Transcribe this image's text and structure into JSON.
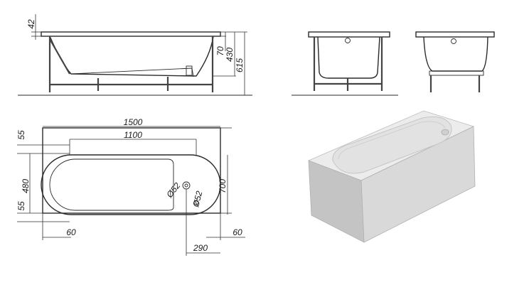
{
  "dimensions": {
    "side": {
      "rim": "42",
      "depth": "70",
      "inner": "430",
      "total": "615"
    },
    "plan": {
      "length": "1500",
      "inner_length": "1100",
      "width": "700",
      "inner_width": "480",
      "rim_top": "55",
      "rim_bottom": "55",
      "left_edge": "60",
      "right_edge": "60",
      "drain_offset": "290",
      "drain_dia": "Ø52",
      "overflow_dia": "Ø52"
    }
  },
  "colors": {
    "line": "#2a2a2a",
    "panel_front": "#d9d9d9",
    "panel_side": "#c4c4c4",
    "top": "#ececec",
    "basin": "#e2e2e2"
  }
}
